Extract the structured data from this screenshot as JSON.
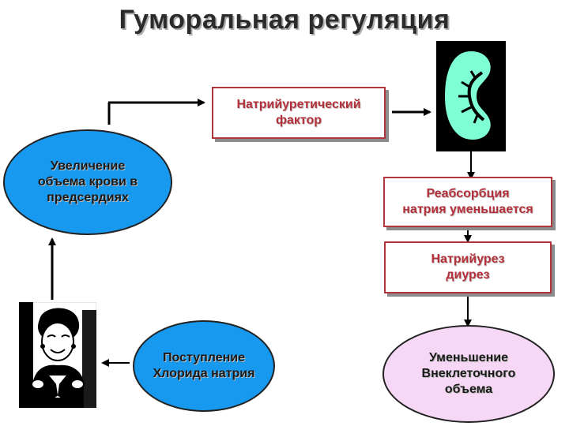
{
  "title": "Гуморальная регуляция",
  "nodes": {
    "natriuretic_factor": "Натрийуретический\nфактор",
    "blood_volume_increase": "Увеличение\nобъема крови в\nпредсердиях",
    "sodium_reabsorption": "Реабсорбция\nнатрия уменьшается",
    "natriuresis_diuresis": "Натрийурез\nдиурез",
    "sodium_chloride_intake": "Поступление\nХлорида натрия",
    "extracellular_volume_decrease": "Уменьшение\nВнеклеточного\nобъема"
  },
  "images": {
    "kidney": "kidney-icon",
    "woman_drinking": "woman-drinking-illustration"
  },
  "colors": {
    "box_border": "#b0343b",
    "box_text": "#b3303a",
    "ellipse_blue": "#1899f0",
    "ellipse_pink": "#f6d8f6",
    "kidney_fill": "#7fffd4"
  }
}
